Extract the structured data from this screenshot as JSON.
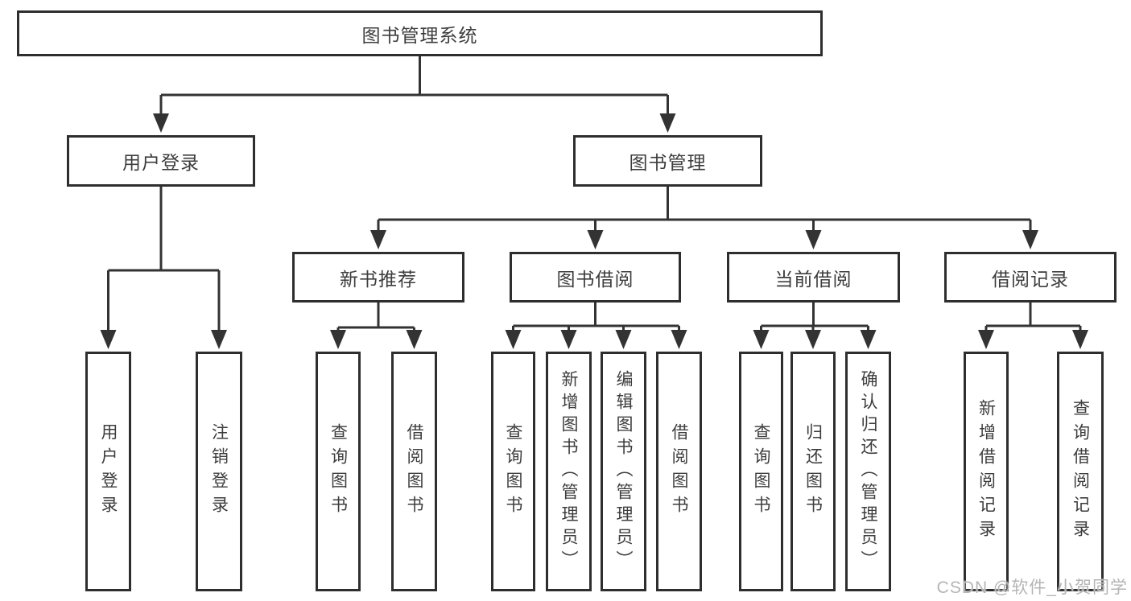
{
  "diagram": {
    "title": "图书管理系统",
    "type": "hierarchy-tree",
    "colors": {
      "line": "#333333",
      "box_border": "#2e2e2e",
      "box_fill": "#ffffff",
      "text": "#3d3d3d",
      "background": "#ffffff",
      "watermark": "#b5b5b5"
    }
  },
  "tree": {
    "root": {
      "label": "图书管理系统",
      "children": [
        {
          "label": "用户登录",
          "children": [
            {
              "label": "用户登录"
            },
            {
              "label": "注销登录"
            }
          ]
        },
        {
          "label": "图书管理",
          "children": [
            {
              "label": "新书推荐",
              "children": [
                {
                  "label": "查询图书"
                },
                {
                  "label": "借阅图书"
                }
              ]
            },
            {
              "label": "图书借阅",
              "children": [
                {
                  "label": "查询图书"
                },
                {
                  "label": "新增图书（管理员）"
                },
                {
                  "label": "编辑图书（管理员）"
                },
                {
                  "label": "借阅图书"
                }
              ]
            },
            {
              "label": "当前借阅",
              "children": [
                {
                  "label": "查询图书"
                },
                {
                  "label": "归还图书"
                },
                {
                  "label": "确认归还（管理员）"
                }
              ]
            },
            {
              "label": "借阅记录",
              "children": [
                {
                  "label": "新增借阅记录"
                },
                {
                  "label": "查询借阅记录"
                }
              ]
            }
          ]
        }
      ]
    }
  },
  "watermark": {
    "text": "CSDN @软件_小贺同学"
  }
}
